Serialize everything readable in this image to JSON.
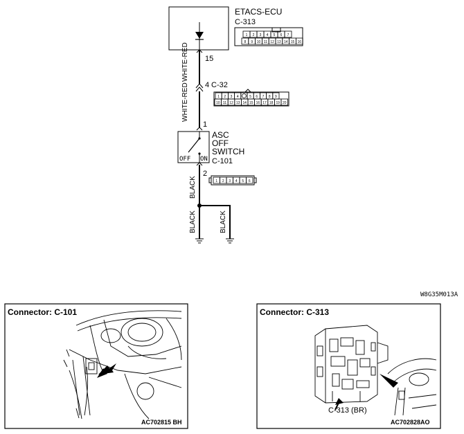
{
  "ecu": {
    "name": "ETACS-ECU",
    "connector": "C-313",
    "pin": "15",
    "pins_top": [
      "1",
      "2",
      "3",
      "4",
      "5",
      "6",
      "7"
    ],
    "pins_bottom": [
      "8",
      "9",
      "10",
      "11",
      "12",
      "13",
      "14",
      "15",
      "16"
    ]
  },
  "wires": {
    "upper": "WHITE-RED",
    "middle": "WHITE-RED",
    "lower": "BLACK",
    "ground_left": "BLACK",
    "ground_right": "BLACK"
  },
  "junction": {
    "connector": "C-32",
    "pin_in": "4",
    "pin_out": "1",
    "pins_top": [
      "1",
      "2",
      "3",
      "4",
      "5",
      "6",
      "7",
      "8",
      "9"
    ],
    "pins_bottom": [
      "10",
      "11",
      "12",
      "13",
      "14",
      "15",
      "16",
      "17",
      "18",
      "19",
      "20"
    ]
  },
  "switch": {
    "line1": "ASC",
    "line2": "OFF",
    "line3": "SWITCH",
    "connector": "C-101",
    "off_label": "OFF",
    "on_label": "ON",
    "pin_out": "2",
    "pins": [
      "1",
      "2",
      "3",
      "4",
      "5",
      "6"
    ]
  },
  "diagram_code": "W8G35M013A",
  "panels": [
    {
      "title": "Connector: C-101",
      "code": "AC702815 BH"
    },
    {
      "title": "Connector: C-313",
      "callout": "C-313 (BR)",
      "code": "AC702828AO"
    }
  ]
}
